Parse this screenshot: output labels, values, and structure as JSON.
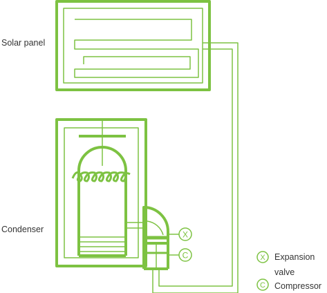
{
  "labels": {
    "solar_panel": "Solar panel",
    "condenser": "Condenser",
    "expansion_line1": "Expansion",
    "expansion_line2": "valve",
    "compressor": "Compressor"
  },
  "symbols": {
    "expansion_valve": "X",
    "compressor": "C"
  },
  "colors": {
    "accent": "#7dc242",
    "text": "#333333"
  }
}
